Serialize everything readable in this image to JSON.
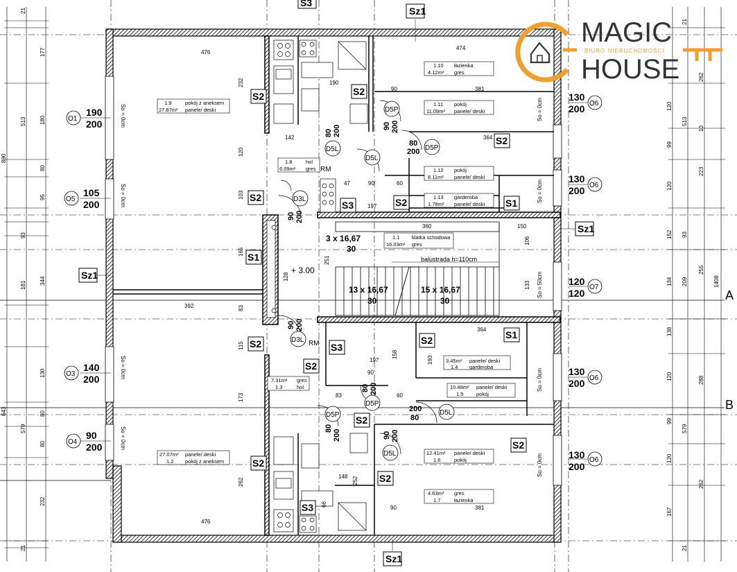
{
  "logo": {
    "line1": "MAGIC",
    "line2": "HOUSE",
    "sub": "BIURO NIERUCHOMOŚCI",
    "accent": "#F0A030"
  },
  "axes": {
    "a": "A",
    "b": "B"
  },
  "tags": {
    "sz1_top": "Sz1",
    "sz1_left": "Sz1",
    "sz1_right": "Sz1",
    "sz1_bottom": "Sz1",
    "s3_top": "S3",
    "s2_a": "S2",
    "s2_b": "S2",
    "s2_c": "S2",
    "s2_d": "S2",
    "s2_e": "S2",
    "s2_f": "S2",
    "s2_g": "S2",
    "s2_h": "S2",
    "s2_i": "S2",
    "s2_j": "S2",
    "s2_k": "S2",
    "s2_l": "S2",
    "s1_a": "S1",
    "s1_b": "S1",
    "s1_c": "S1",
    "s3_a": "S3",
    "s3_b": "S3",
    "s3_c": "S3"
  },
  "windows": {
    "o1": {
      "id": "O1",
      "w": "190",
      "h": "200"
    },
    "o5": {
      "id": "O5",
      "w": "105",
      "h": "200"
    },
    "o3": {
      "id": "O3",
      "w": "140",
      "h": "200"
    },
    "o4": {
      "id": "O4",
      "w": "90",
      "h": "200"
    },
    "o6a": {
      "id": "O6",
      "w": "130",
      "h": "200"
    },
    "o6b": {
      "id": "O6",
      "w": "130",
      "h": "200"
    },
    "o7": {
      "id": "O7",
      "w": "120",
      "h": "120"
    },
    "o6c": {
      "id": "O6",
      "w": "130",
      "h": "200"
    },
    "o6d": {
      "id": "O6",
      "w": "130",
      "h": "200"
    }
  },
  "rooms": {
    "r19": {
      "num": "1.9",
      "name": "pokój z aneksem",
      "area": "27.87m²",
      "floor": "panele/ deski"
    },
    "r110": {
      "num": "1.10",
      "name": "łazienka",
      "area": "4.12m²",
      "floor": "gres"
    },
    "r111": {
      "num": "1.11",
      "name": "pokój",
      "area": "11.09m²",
      "floor": "panele/ deski"
    },
    "r18": {
      "num": "1.8",
      "name": "hol",
      "area": "6.09m²",
      "floor": "gres"
    },
    "r112": {
      "num": "1.12",
      "name": "pokój",
      "area": "8.11m²",
      "floor": "panele/ deski"
    },
    "r113": {
      "num": "1.13",
      "name": "garderoba",
      "area": "1.78m²",
      "floor": "panele/ deski"
    },
    "r11": {
      "num": "1.1",
      "name": "klatka schodowa",
      "area": "16.03m²",
      "floor": "gres"
    },
    "r14": {
      "num": "1.4",
      "name": "garderoba",
      "area": "3,45m²",
      "floor": "panele/ deski"
    },
    "r15": {
      "num": "1.5",
      "name": "pokój",
      "area": "10.48m²",
      "floor": "panele/ deski"
    },
    "r13": {
      "num": "1.3",
      "name": "hol",
      "area": "7.31m²",
      "floor": "gres"
    },
    "r12": {
      "num": "1.2",
      "name": "pokój z aneksem",
      "area": "27.07m²",
      "floor": "panele/ deski"
    },
    "r16": {
      "num": "1.6",
      "name": "pokój",
      "area": "12.41m²",
      "floor": "panele/ deski"
    },
    "r17": {
      "num": "1.7",
      "name": "łazienka",
      "area": "4.63m²",
      "floor": "gres"
    }
  },
  "doors": {
    "d5p_a": "D5P",
    "d5l_a": "D5L",
    "d5l_b": "D5L",
    "d5p_b": "D5P",
    "d3l_a": "D3L",
    "d3l_b": "D3L",
    "d5p_c": "D5P",
    "d5l_c": "D5L",
    "d5p_d": "D5P",
    "d5l_d": "D5L",
    "rm_a": "RM",
    "rm_b": "RM"
  },
  "stairs": {
    "top": "3 x 16,67",
    "top_b": "30",
    "mid1": "13 x 16,67",
    "mid1_b": "30",
    "mid2": "15 x 16,67",
    "mid2_b": "30",
    "level": "+ 3.00",
    "rail": "balustrada h=110cm"
  },
  "sill": {
    "so0": "So = 0cm",
    "so50": "So = 50cm"
  },
  "dims": {
    "t476": "476",
    "t474": "474",
    "t232": "232",
    "t190": "190",
    "t381": "381",
    "t90": "90",
    "t142": "142",
    "t364": "364",
    "t120": "120",
    "t103": "103",
    "t47": "47",
    "t60": "60",
    "t197": "197",
    "t360": "360",
    "t150": "150",
    "t392": "392",
    "t83": "83",
    "t165": "165",
    "t128": "128",
    "t251": "251",
    "t106": "106",
    "t133": "133",
    "t158": "158",
    "t115": "115",
    "t193": "193",
    "t173": "173",
    "t262": "262",
    "t252": "252",
    "t148": "148",
    "t66": "66",
    "b476": "476",
    "b381": "381",
    "b90": "90",
    "l177": "177",
    "l513": "513",
    "l180": "180",
    "l890": "890",
    "l80": "80",
    "l95": "95",
    "l93": "93",
    "l181": "181",
    "l344": "344",
    "l130": "130",
    "l579": "579",
    "l643": "643",
    "l232": "232",
    "l21": "21",
    "r21": "21",
    "r262": "262",
    "r513": "513",
    "r120": "120",
    "r10": "10",
    "r99": "99",
    "r223": "223",
    "r152": "152",
    "r93": "93",
    "r255": "255",
    "r209": "209",
    "r1408": "1408",
    "r134": "134",
    "r138": "138",
    "r288": "288",
    "r579": "579",
    "r167": "167"
  }
}
